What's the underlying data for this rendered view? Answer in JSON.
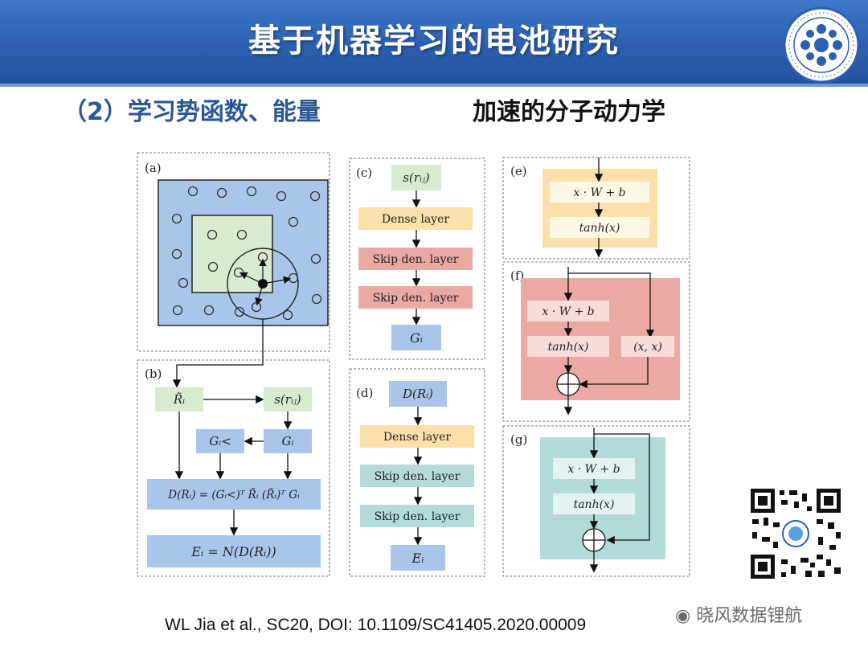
{
  "header": {
    "title": "基于机器学习的电池研究",
    "brand_color": "#2c5fb0",
    "logo_icon": "cas-emblem"
  },
  "subtitle": {
    "left": "（2）学习势函数、能量",
    "right": "加速的分子动力学"
  },
  "figure": {
    "panel_a": {
      "label": "(a)"
    },
    "panel_b": {
      "label": "(b)",
      "r_tilde": "R̃ᵢ",
      "s_rij": "s(rᵢⱼ)",
      "g_lt": "Gᵢ<",
      "g_i": "Gᵢ",
      "d_formula": "D(Rᵢ) = (Gᵢ<)ᵀ R̃ᵢ (R̃ᵢ)ᵀ Gᵢ",
      "e_formula": "Eᵢ = N(D(Rᵢ))"
    },
    "panel_c": {
      "label": "(c)",
      "input": "s(rᵢⱼ)",
      "layer1": "Dense layer",
      "layer2": "Skip den. layer",
      "layer3": "Skip den. layer",
      "output": "Gᵢ"
    },
    "panel_d": {
      "label": "(d)",
      "input": "D(Rᵢ)",
      "layer1": "Dense layer",
      "layer2": "Skip den. layer",
      "layer3": "Skip den. layer",
      "output": "Eᵢ"
    },
    "panel_e": {
      "label": "(e)",
      "linear": "x · W + b",
      "act": "tanh(x)"
    },
    "panel_f": {
      "label": "(f)",
      "linear": "x · W + b",
      "act": "tanh(x)",
      "concat": "(x, x)"
    },
    "panel_g": {
      "label": "(g)",
      "linear": "x · W + b",
      "act": "tanh(x)"
    }
  },
  "citation": "WL Jia et al., SC20, DOI: 10.1109/SC41405.2020.00009",
  "qr_icon": "qr-code-icon",
  "watermark": "晓风数据锂航"
}
